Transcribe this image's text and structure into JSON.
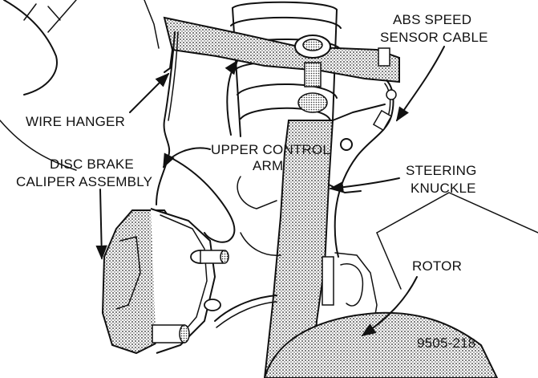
{
  "labels": {
    "abs_speed_sensor_cable": [
      "ABS SPEED",
      "SENSOR CABLE"
    ],
    "wire_hanger": "WIRE HANGER",
    "upper_control_arm": [
      "UPPER CONTROL",
      "ARM"
    ],
    "disc_brake_caliper_assembly": [
      "DISC BRAKE",
      "CALIPER ASSEMBLY"
    ],
    "steering_knuckle": [
      "STEERING",
      "KNUCKLE"
    ],
    "rotor": "ROTOR",
    "figure_number": "9505-218"
  },
  "colors": {
    "ink": "#111111",
    "stipple": "#b0b0b0",
    "paper": "#ffffff"
  }
}
